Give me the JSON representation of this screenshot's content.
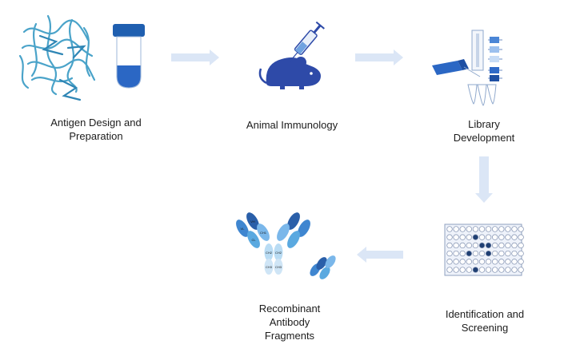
{
  "steps": [
    {
      "id": "antigen",
      "lines": [
        "Antigen Design and",
        "Preparation"
      ]
    },
    {
      "id": "immunology",
      "lines": [
        "Animal Immunology"
      ]
    },
    {
      "id": "library",
      "lines": [
        "Library",
        "Development"
      ]
    },
    {
      "id": "screening",
      "lines": [
        "Identification and",
        "Screening"
      ]
    },
    {
      "id": "fragments",
      "lines": [
        "Recombinant",
        "Antibody",
        "Fragments"
      ]
    }
  ],
  "antibody_domain_labels": [
    "VH",
    "VL",
    "CH1",
    "CL",
    "CH2",
    "CH2",
    "CH3",
    "CH3"
  ],
  "plate": {
    "rows": 6,
    "cols": 12,
    "filled_wells": [
      [
        1,
        4
      ],
      [
        2,
        5
      ],
      [
        2,
        6
      ],
      [
        3,
        3
      ],
      [
        3,
        6
      ],
      [
        5,
        4
      ]
    ]
  },
  "colors": {
    "arrow": "#dbe6f6",
    "protein": "#5fb3d3",
    "dark_blue": "#1e4fa3",
    "mouse": "#2e4aa8",
    "plate_bg": "#eef2fa",
    "well_fill": "#1f3f73"
  }
}
